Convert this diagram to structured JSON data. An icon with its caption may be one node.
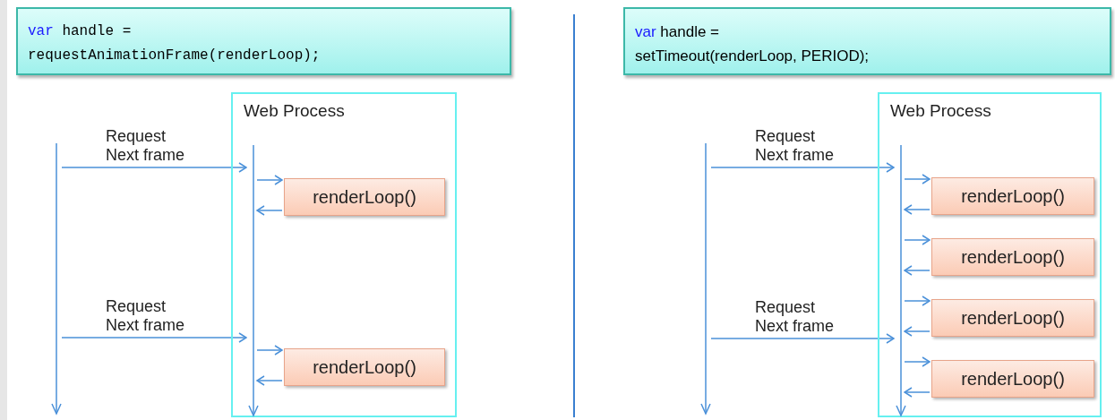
{
  "diagram": {
    "nodes": [
      {
        "text": [
          "var handle =",
          "requestAnimationFrame(renderLoop);"
        ]
      },
      {
        "text": [
          "Web Process"
        ]
      },
      {
        "text": [],
        "shape": "line"
      },
      {
        "text": [],
        "shape": "line",
        "in": 1
      },
      {
        "text": [
          "renderLoop()"
        ],
        "in": 1
      },
      {
        "text": [
          "renderLoop()"
        ],
        "in": 1
      },
      {
        "text": [
          "var handle =",
          "setTimeout(renderLoop, PERIOD);"
        ]
      },
      {
        "text": [
          "Web Process"
        ]
      },
      {
        "text": [],
        "shape": "line"
      },
      {
        "text": [],
        "shape": "line",
        "in": 7
      },
      {
        "text": [
          "renderLoop()"
        ],
        "in": 7
      },
      {
        "text": [
          "renderLoop()"
        ],
        "in": 7
      },
      {
        "text": [
          "renderLoop()"
        ],
        "in": 7
      },
      {
        "text": [
          "renderLoop()"
        ],
        "in": 7
      }
    ],
    "edges": [
      {
        "from": 2,
        "to": 3,
        "arrow": "to",
        "label": "Request Next frame"
      },
      {
        "from": 3,
        "to": 4,
        "arrow": "to"
      },
      {
        "from": 4,
        "to": 3,
        "arrow": "to"
      },
      {
        "from": 2,
        "to": 3,
        "arrow": "to",
        "label": "Request Next frame"
      },
      {
        "from": 3,
        "to": 5,
        "arrow": "to"
      },
      {
        "from": 5,
        "to": 3,
        "arrow": "to"
      },
      {
        "from": 8,
        "to": 9,
        "arrow": "to",
        "label": "Request Next frame"
      },
      {
        "from": 9,
        "to": 10,
        "arrow": "to"
      },
      {
        "from": 10,
        "to": 9,
        "arrow": "to"
      },
      {
        "from": 9,
        "to": 11,
        "arrow": "to"
      },
      {
        "from": 11,
        "to": 9,
        "arrow": "to"
      },
      {
        "from": 9,
        "to": 12,
        "arrow": "to"
      },
      {
        "from": 12,
        "to": 9,
        "arrow": "to"
      },
      {
        "from": 8,
        "to": 9,
        "arrow": "to",
        "label": "Request Next frame"
      },
      {
        "from": 9,
        "to": 13,
        "arrow": "to"
      },
      {
        "from": 13,
        "to": 9,
        "arrow": "to"
      }
    ]
  }
}
